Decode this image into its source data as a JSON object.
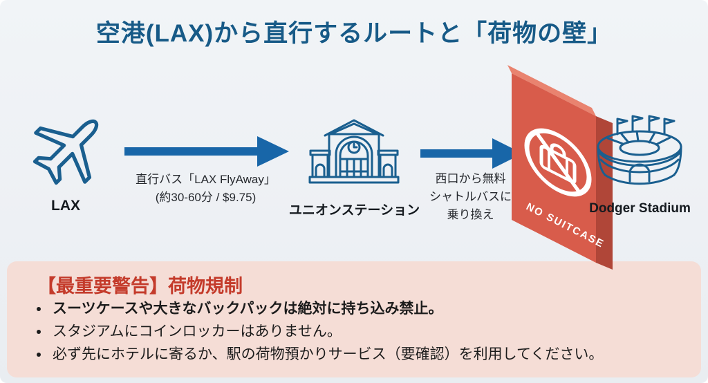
{
  "title": "空港(LAX)から直行するルートと「荷物の壁」",
  "flow": {
    "lax": {
      "icon": "airplane-icon",
      "label": "LAX"
    },
    "leg1": {
      "icon": "arrow-right-icon",
      "line1": "直行バス「LAX FlyAway」",
      "line2": "(約30-60分 / $9.75)"
    },
    "union_station": {
      "icon": "union-station-icon",
      "label": "ユニオンステーション"
    },
    "leg2": {
      "icon": "arrow-right-icon",
      "line1": "西口から無料",
      "line2": "シャトルバスに",
      "line3": "乗り換え"
    },
    "wall": {
      "icon": "no-suitcase-icon",
      "label": "NO SUITCASE"
    },
    "stadium": {
      "icon": "stadium-icon",
      "label": "Dodger Stadium"
    }
  },
  "warning": {
    "heading": "【最重要警告】荷物規制",
    "bullets": [
      "スーツケースや大きなバックパックは絶対に持ち込み禁止。",
      "スタジアムにコインロッカーはありません。",
      "必ず先にホテルに寄るか、駅の荷物預かりサービス（要確認）を利用してください。"
    ]
  },
  "colors": {
    "title_blue": "#175a87",
    "arrow_blue": "#1866a8",
    "icon_blue": "#1a5f8f",
    "wall_red_front": "#d85c4b",
    "wall_red_side": "#b04638",
    "wall_red_top": "#e9836f",
    "warning_heading_red": "#c43b2b",
    "warning_bg": "#f5ddd6",
    "background": "#eef1f5"
  }
}
